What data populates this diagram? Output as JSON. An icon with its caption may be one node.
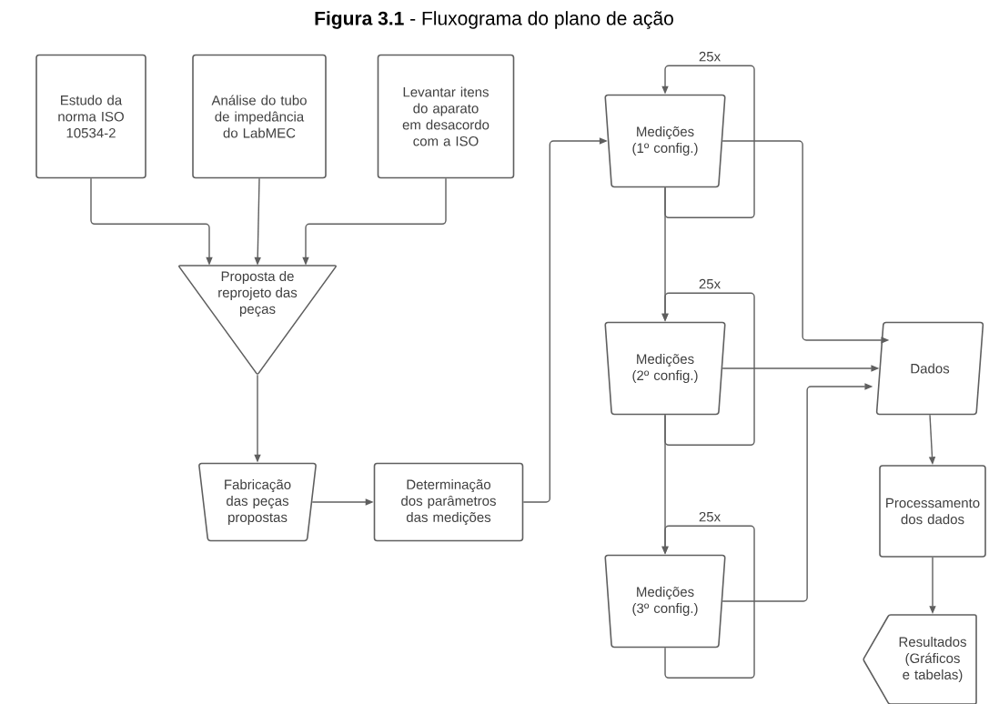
{
  "diagram": {
    "title": "**Figura 3.1** - Fluxograma do plano de ação",
    "nodes": [
      {
        "text": [
          "Estudo da norma ISO 10534-2"
        ]
      },
      {
        "text": [
          "Análise do tubo de impedância do LabMEC"
        ]
      },
      {
        "text": [
          "Levantar itens do aparato em desacordo com a ISO"
        ]
      },
      {
        "text": [
          "Proposta de reprojeto das peças"
        ]
      },
      {
        "text": [
          "Fabricação das peças propostas"
        ]
      },
      {
        "text": [
          "Determinação dos parâmetros das medições"
        ]
      },
      {
        "text": [
          "Medições (1º config.)"
        ]
      },
      {
        "text": [
          "Medições (2º config.)"
        ]
      },
      {
        "text": [
          "Medições (3º config.)"
        ]
      },
      {
        "text": [
          "Dados"
        ]
      },
      {
        "text": [
          "Processamento dos dados"
        ]
      },
      {
        "text": [
          "Resultados (Gráficos e tabelas)"
        ]
      }
    ],
    "edges": [
      {
        "from": 0,
        "to": 3,
        "arrow": "to"
      },
      {
        "from": 1,
        "to": 3,
        "arrow": "to"
      },
      {
        "from": 2,
        "to": 3,
        "arrow": "to"
      },
      {
        "from": 3,
        "to": 4,
        "arrow": "to"
      },
      {
        "from": 4,
        "to": 5,
        "arrow": "to"
      },
      {
        "from": 5,
        "to": 6,
        "arrow": "to"
      },
      {
        "from": 6,
        "to": 6,
        "arrow": "to",
        "label": "25x"
      },
      {
        "from": 6,
        "to": 7,
        "arrow": "to"
      },
      {
        "from": 7,
        "to": 7,
        "arrow": "to",
        "label": "25x"
      },
      {
        "from": 7,
        "to": 8,
        "arrow": "to"
      },
      {
        "from": 8,
        "to": 8,
        "arrow": "to",
        "label": "25x"
      },
      {
        "from": 6,
        "to": 9,
        "arrow": "to"
      },
      {
        "from": 7,
        "to": 9,
        "arrow": "to"
      },
      {
        "from": 8,
        "to": 9,
        "arrow": "to"
      },
      {
        "from": 9,
        "to": 10,
        "arrow": "to"
      },
      {
        "from": 10,
        "to": 11,
        "arrow": "to"
      }
    ]
  }
}
